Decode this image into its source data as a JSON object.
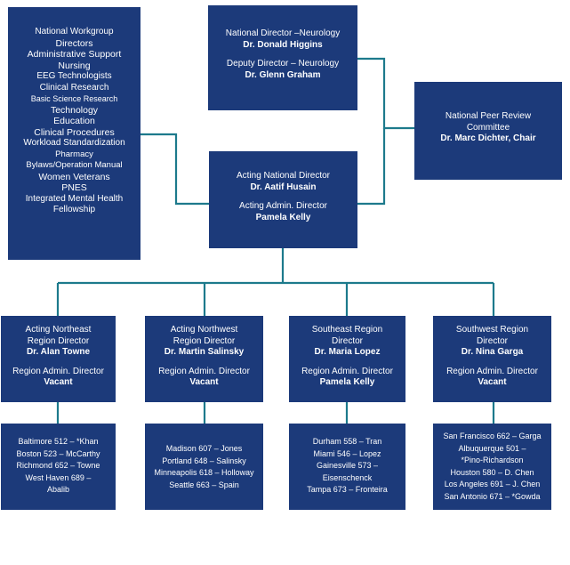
{
  "workgroup": {
    "title": "National Workgroup",
    "items": [
      "Directors",
      "Administrative Support",
      "Nursing",
      "EEG Technologists",
      "Clinical Research",
      "Basic Science Research",
      "Technology",
      "Education",
      "Clinical Procedures",
      "Workload Standardization",
      "Pharmacy",
      "Bylaws/Operation Manual",
      "Women Veterans",
      "PNES",
      "Integrated Mental Health",
      "Fellowship"
    ]
  },
  "neurology": {
    "director_title": "National Director –Neurology",
    "director_name": "Dr. Donald Higgins",
    "deputy_title": "Deputy Director – Neurology",
    "deputy_name": "Dr. Glenn Graham"
  },
  "peer_review": {
    "line1": "National Peer Review",
    "line2": "Committee",
    "chair": "Dr. Marc Dichter, Chair"
  },
  "national": {
    "title": "Acting National Director",
    "name": "Dr. Aatif Husain",
    "admin_title": "Acting Admin. Director",
    "admin_name": "Pamela Kelly"
  },
  "regions": [
    {
      "title1": "Acting Northeast",
      "title2": "Region Director",
      "director": "Dr. Alan Towne",
      "admin_label": "Region Admin. Director",
      "admin": "Vacant",
      "sites": [
        "Baltimore 512 – *Khan",
        "Boston 523 – McCarthy",
        "Richmond 652 – Towne",
        "West Haven 689 –",
        "Abalib"
      ]
    },
    {
      "title1": "Acting Northwest",
      "title2": "Region Director",
      "director": "Dr. Martin Salinsky",
      "admin_label": "Region Admin. Director",
      "admin": "Vacant",
      "sites": [
        "Madison 607 – Jones",
        "Portland 648 – Salinsky",
        "Minneapolis 618 – Holloway",
        "Seattle 663 – Spain"
      ]
    },
    {
      "title1": "Southeast Region",
      "title2": "Director",
      "director": "Dr. Maria Lopez",
      "admin_label": "Region Admin. Director",
      "admin": "Pamela Kelly",
      "sites": [
        "Durham 558 – Tran",
        "Miami 546 – Lopez",
        "Gainesville 573 –",
        "Eisenschenck",
        "Tampa 673 – Fronteira"
      ]
    },
    {
      "title1": "Southwest Region",
      "title2": "Director",
      "director": "Dr. Nina Garga",
      "admin_label": "Region Admin. Director",
      "admin": "Vacant",
      "sites": [
        "San Francisco 662 – Garga",
        "Albuquerque 501 –",
        "*Pino-Richardson",
        "Houston 580 – D. Chen",
        "Los Angeles 691 – J. Chen",
        "San Antonio 671 – *Gowda"
      ]
    }
  ],
  "colors": {
    "box": "#1c3a7a",
    "connector": "#1d7a8c"
  }
}
